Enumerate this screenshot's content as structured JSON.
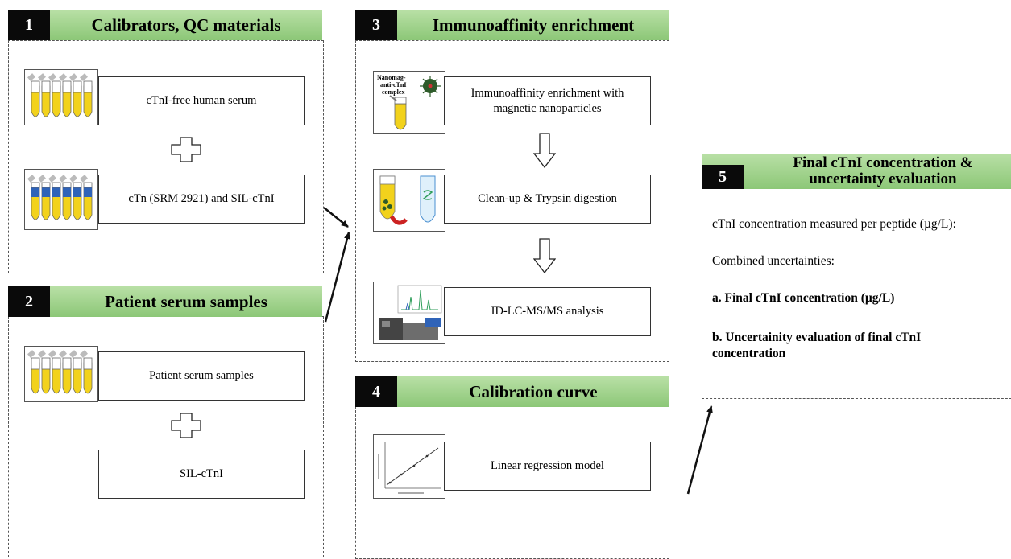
{
  "panels": {
    "p1": {
      "num": "1",
      "title": "Calibrators, QC materials",
      "box1": "cTnI-free human serum",
      "box2": "cTn (SRM 2921) and SIL-cTnI"
    },
    "p2": {
      "num": "2",
      "title": "Patient serum samples",
      "box1": "Patient serum samples",
      "box2": "SIL-cTnI"
    },
    "p3": {
      "num": "3",
      "title": "Immunoaffinity enrichment",
      "box1_line1": "Immunoaffinity enrichment with",
      "box1_line2": "magnetic nanoparticles",
      "box2": "Clean-up & Trypsin digestion",
      "box3": "ID-LC-MS/MS analysis",
      "thumb_label_1": "Nanomag-",
      "thumb_label_2": "anti-cTnI",
      "thumb_label_3": "complex"
    },
    "p4": {
      "num": "4",
      "title": "Calibration curve",
      "box1": "Linear regression model"
    },
    "p5": {
      "num": "5",
      "title_line1": "Final cTnI concentration &",
      "title_line2": "uncertainty evaluation",
      "line1": "cTnI concentration measured per peptide (µg/L):",
      "line2": "Combined uncertainties:",
      "item_a": "a.  Final cTnI concentration (µg/L)",
      "item_b_line1": "b. Uncertainity evaluation of final cTnI",
      "item_b_line2": "concentration"
    }
  },
  "colors": {
    "header_green": "#9fd28a",
    "number_black": "#0a0a0a",
    "tube_yellow": "#f2d21c",
    "tube_blue": "#2f63b8"
  }
}
